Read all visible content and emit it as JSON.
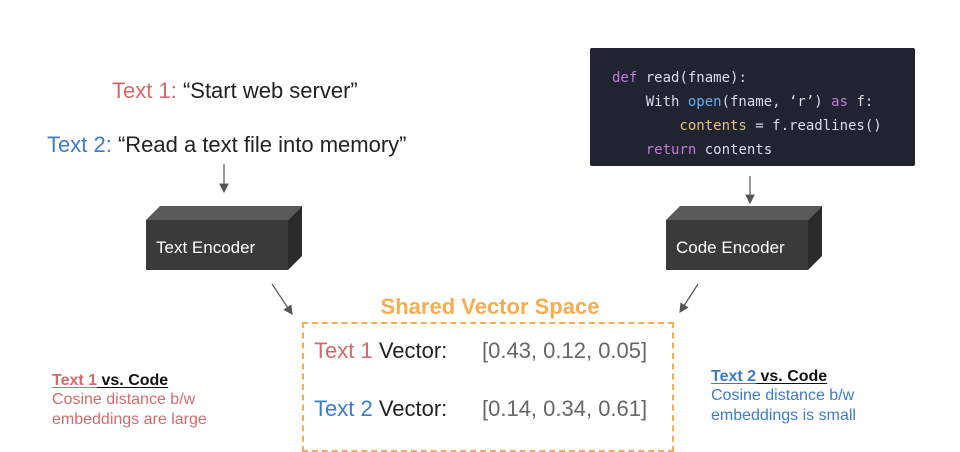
{
  "texts": {
    "text1_label": "Text 1:",
    "text1_value": "“Start web server”",
    "text2_label": "Text 2:",
    "text2_value": "“Read a text file into memory”"
  },
  "code": {
    "line1_kw": "def",
    "line1_rest": " read(fname):",
    "line2_a": "    With ",
    "line2_fn": "open",
    "line2_b": "(fname, ‘r’) ",
    "line2_kw": "as",
    "line2_c": " f:",
    "line3_var": "        contents",
    "line3_rest": " = f.readlines()",
    "line4_kw": "    return",
    "line4_rest": " contents"
  },
  "encoders": {
    "text_encoder": "Text Encoder",
    "code_encoder": "Code Encoder"
  },
  "shared": {
    "title": "Shared Vector Space",
    "row1_label_colored": "Text 1",
    "row1_label": " Vector:",
    "row1_value": "[0.43, 0.12, 0.05]",
    "row2_label_colored": "Text 2",
    "row2_label": " Vector:",
    "row2_value": "[0.14, 0.34, 0.61]"
  },
  "comparisons": {
    "left_heading_colored": "Text 1",
    "left_heading": " vs. Code",
    "left_body": "Cosine distance b/w embeddings are large",
    "right_heading_colored": "Text 2",
    "right_heading": " vs. Code",
    "right_body": "Cosine distance b/w embeddings is small"
  },
  "colors": {
    "text1": "#d46a6a",
    "text2": "#3d7cc9",
    "shared": "#f6ad4f",
    "encoder": "#3a3a3a"
  }
}
